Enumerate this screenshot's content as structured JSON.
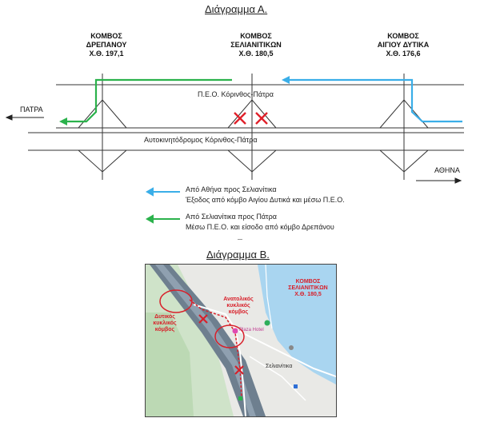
{
  "diagram_a": {
    "title": "Διάγραμμα Α.",
    "nodes": [
      {
        "name_line1": "ΚΟΜΒΟΣ",
        "name_line2": "ΔΡΕΠΑΝΟΥ",
        "name_line3": "Χ.Θ. 197,1"
      },
      {
        "name_line1": "ΚΟΜΒΟΣ",
        "name_line2": "ΣΕΛΙΑΝΙΤΙΚΩΝ",
        "name_line3": "Χ.Θ. 180,5"
      },
      {
        "name_line1": "ΚΟΜΒΟΣ",
        "name_line2": "ΑΙΓΙΟΥ ΔΥΤΙΚΑ",
        "name_line3": "Χ.Θ. 176,6"
      }
    ],
    "peo_label": "Π.Ε.Ο. Κόρινθος-Πάτρα",
    "motorway_label": "Αυτοκινητόδρομος Κόρινθος-Πάτρα",
    "left_city": "ΠΑΤΡΑ",
    "right_city": "ΑΘΗΝΑ",
    "legend": [
      {
        "color": "#3aaee8",
        "line1": "Από Αθήνα προς Σελιανίτικα",
        "line2": "Έξοδος από κόμβο Αιγίου Δυτικά και μέσω Π.Ε.Ο."
      },
      {
        "color": "#2bb24c",
        "line1": "Από Σελιανίτικα προς Πάτρα",
        "line2": "Μέσω Π.Ε.Ο. και είσοδο από κόμβο Δρεπάνου"
      }
    ],
    "closure_color": "#e0202a"
  },
  "diagram_b": {
    "title": "Διάγραμμα Β.",
    "node_label_line1": "ΚΟΜΒΟΣ",
    "node_label_line2": "ΣΕΛΙΑΝΙΤΙΚΩΝ",
    "node_label_line3": "Χ.Θ. 180,5",
    "west_line1": "Δυτικός",
    "west_line2": "κυκλικός",
    "west_line3": "κόμβος",
    "east_line1": "Ανατολικός",
    "east_line2": "κυκλικός",
    "east_line3": "κόμβος",
    "town": "Σελιανίτικα",
    "poi": "Plaza Hotel"
  }
}
